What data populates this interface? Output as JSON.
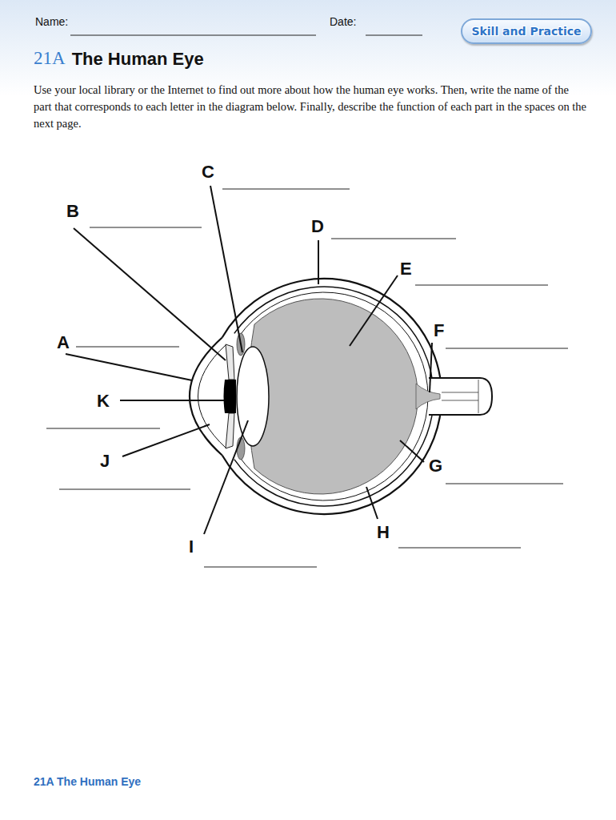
{
  "diagram": {
    "nodes": [
      {
        "text": [
          "Skill and Practice"
        ]
      }
    ],
    "labels": [
      "Name:",
      "Date:",
      "21A",
      "The Human Eye",
      "Use your local library or the Internet to find out more about how the human eye works. Then, write the name of the part that corresponds to each letter in the diagram below. Finally, describe the function of each part in the spaces on the next page.",
      "C",
      "B",
      "D",
      "E",
      "A",
      "F",
      "K",
      "J",
      "G",
      "H",
      "I",
      "21A The Human Eye"
    ]
  }
}
